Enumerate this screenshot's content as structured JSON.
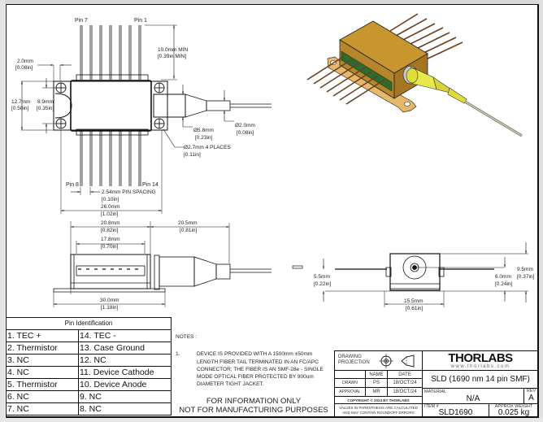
{
  "top_view": {
    "pin_labels": [
      "Pin 7",
      "Pin 1",
      "Pin 8",
      "Pin 14"
    ],
    "dimensions": {
      "lead_length": [
        "10.0mm MIN",
        "[0.39in MIN]"
      ],
      "mount_hole_offset": [
        "2.0mm",
        "[0.08in]"
      ],
      "package_width": [
        "12.7mm",
        "[0.50in]"
      ],
      "hole_spacing": [
        "8.9mm",
        "[0.35in]"
      ],
      "boot_diameter": [
        "Ø5.8mm",
        "[0.23in]"
      ],
      "fiber_diameter": [
        "Ø2.0mm",
        "[0.08in]"
      ],
      "mount_hole_diameter": [
        "Ø2.7mm 4 PLACES",
        "[0.11in]"
      ],
      "pin_spacing": [
        "2.54mm PIN SPACING",
        "[0.10in]"
      ],
      "overall_length": [
        "26.0mm",
        "[1.02in]"
      ]
    }
  },
  "side_view": {
    "dimensions": {
      "body_length": [
        "20.8mm",
        "[0.82in]"
      ],
      "boot_length": [
        "20.5mm",
        "[0.81in]"
      ],
      "lead_row_length": [
        "17.8mm",
        "[0.70in]"
      ],
      "flange_length": [
        "30.0mm",
        "[1.18in]"
      ]
    }
  },
  "end_view": {
    "dimensions": {
      "lead_height": [
        "5.5mm",
        "[0.22in]"
      ],
      "fiber_height": [
        "6.0mm",
        "[0.24in]"
      ],
      "total_height": [
        "9.5mm",
        "[0.37in]"
      ],
      "width": [
        "15.5mm",
        "[0.61in]"
      ]
    }
  },
  "pin_table": {
    "title": "Pin Identification",
    "rows": [
      [
        "1. TEC +",
        "14. TEC -"
      ],
      [
        "2. Thermistor",
        "13. Case Ground"
      ],
      [
        "3. NC",
        "12. NC"
      ],
      [
        "4. NC",
        "11. Device Cathode"
      ],
      [
        "5. Thermistor",
        "10. Device Anode"
      ],
      [
        "6. NC",
        "9. NC"
      ],
      [
        "7. NC",
        "8. NC"
      ]
    ]
  },
  "notes": {
    "header": "NOTES :",
    "items": [
      {
        "num": "1.",
        "text": "DEVICE IS PROVIDED WITH A 1500mm ±50mm LENGTH FIBER TAIL TERMINATED IN AN FC/APC CONNECTOR; THE FIBER IS AN SMF-28e - SINGLE MODE OPTICAL FIBER PROTECTED BY 900um DIAMETER TIGHT JACKET."
      }
    ],
    "disclaimer_line1": "FOR INFORMATION ONLY",
    "disclaimer_line2": "NOT FOR MANUFACTURING PURPOSES"
  },
  "title_block": {
    "drawing_projection": "DRAWING PROJECTION",
    "name_header": "NAME",
    "date_header": "DATE",
    "drawn_label": "DRAWN",
    "drawn_name": "PS",
    "drawn_date": "18/OCT/24",
    "approval_label": "APPROVAL",
    "approval_name": "MR",
    "approval_date": "18/OCT/24",
    "copyright": "COPYRIGHT © 2024 BY THORLABS",
    "values_note": "VALUES IN PARENTHESIS ARE CALCULATED AND MAY CONTAIN ROUNDOFF ERRORS",
    "logo": "THORLABS",
    "website": "www.thorlabs.com",
    "description": "SLD (1690 nm 14 pin SMF)",
    "material_label": "MATERIAL",
    "material_value": "N/A",
    "rev_label": "REV",
    "rev_value": "A",
    "item_label": "ITEM #",
    "item_value": "SLD1690",
    "weight_label": "APPROX WEIGHT",
    "weight_value": "0.025 kg"
  },
  "colors": {
    "package_gold": "#c8962e",
    "pins_brown": "#6b3f1f",
    "boot_yellow": "#e0dc3a",
    "pcb_green": "#2e6b2e"
  }
}
